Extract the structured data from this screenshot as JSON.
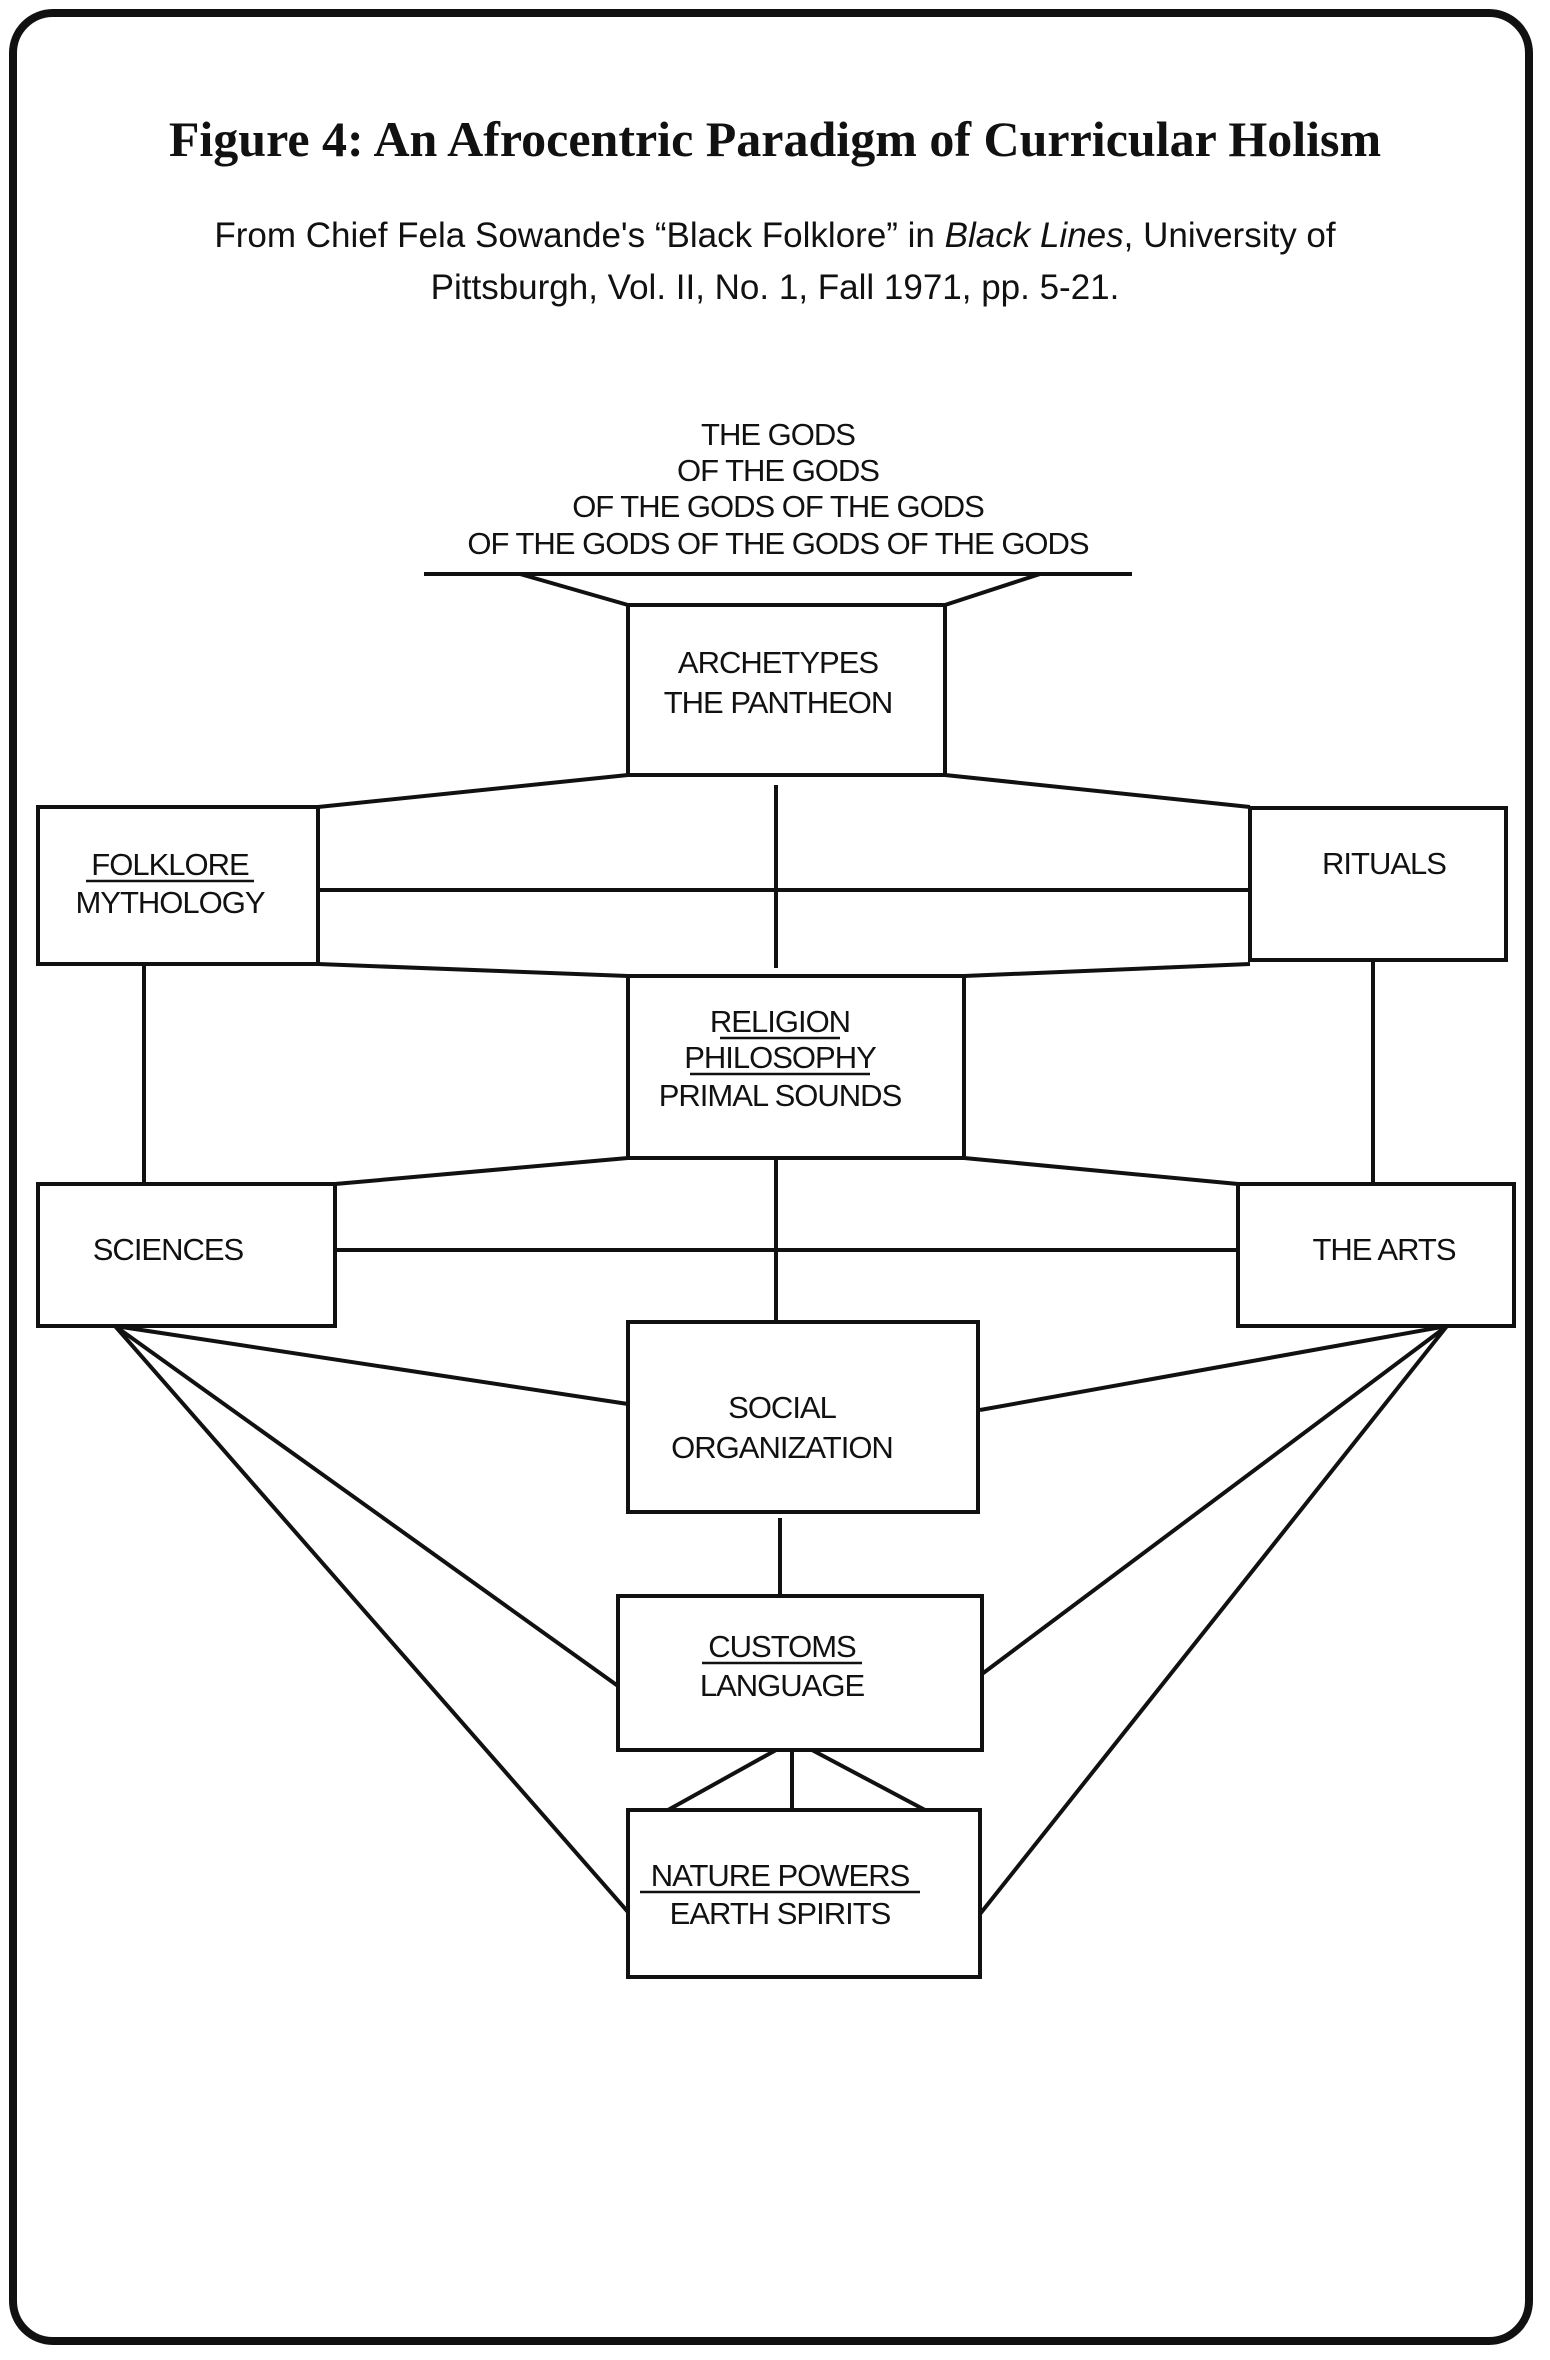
{
  "figure": {
    "title": "Figure 4:  An Afrocentric Paradigm of Curricular Holism",
    "source": {
      "line1_before": "From Chief Fela Sowande's “Black Folklore” in ",
      "line1_italic": "Black Lines",
      "line1_after": ", University of",
      "line2": "Pittsburgh, Vol. II, No. 1, Fall 1971, pp. 5-21."
    }
  },
  "nodes": {
    "gods": {
      "lines": [
        "THE GODS",
        "OF THE GODS",
        "OF THE GODS OF THE GODS",
        "OF THE GODS OF THE GODS OF THE GODS"
      ]
    },
    "archetypes": {
      "line1": "ARCHETYPES",
      "line2": "THE PANTHEON"
    },
    "folklore": {
      "line1": "FOLKLORE",
      "line2": "MYTHOLOGY"
    },
    "rituals": {
      "line1": "RITUALS"
    },
    "religion": {
      "line1": "RELIGION",
      "line2": "PHILOSOPHY",
      "line3": "PRIMAL SOUNDS"
    },
    "sciences": {
      "line1": "SCIENCES"
    },
    "arts": {
      "line1": "THE ARTS"
    },
    "social": {
      "line1": "SOCIAL",
      "line2": "ORGANIZATION"
    },
    "customs": {
      "line1": "CUSTOMS",
      "line2": "LANGUAGE"
    },
    "nature": {
      "line1": "NATURE POWERS",
      "line2": "EARTH SPIRITS"
    }
  }
}
